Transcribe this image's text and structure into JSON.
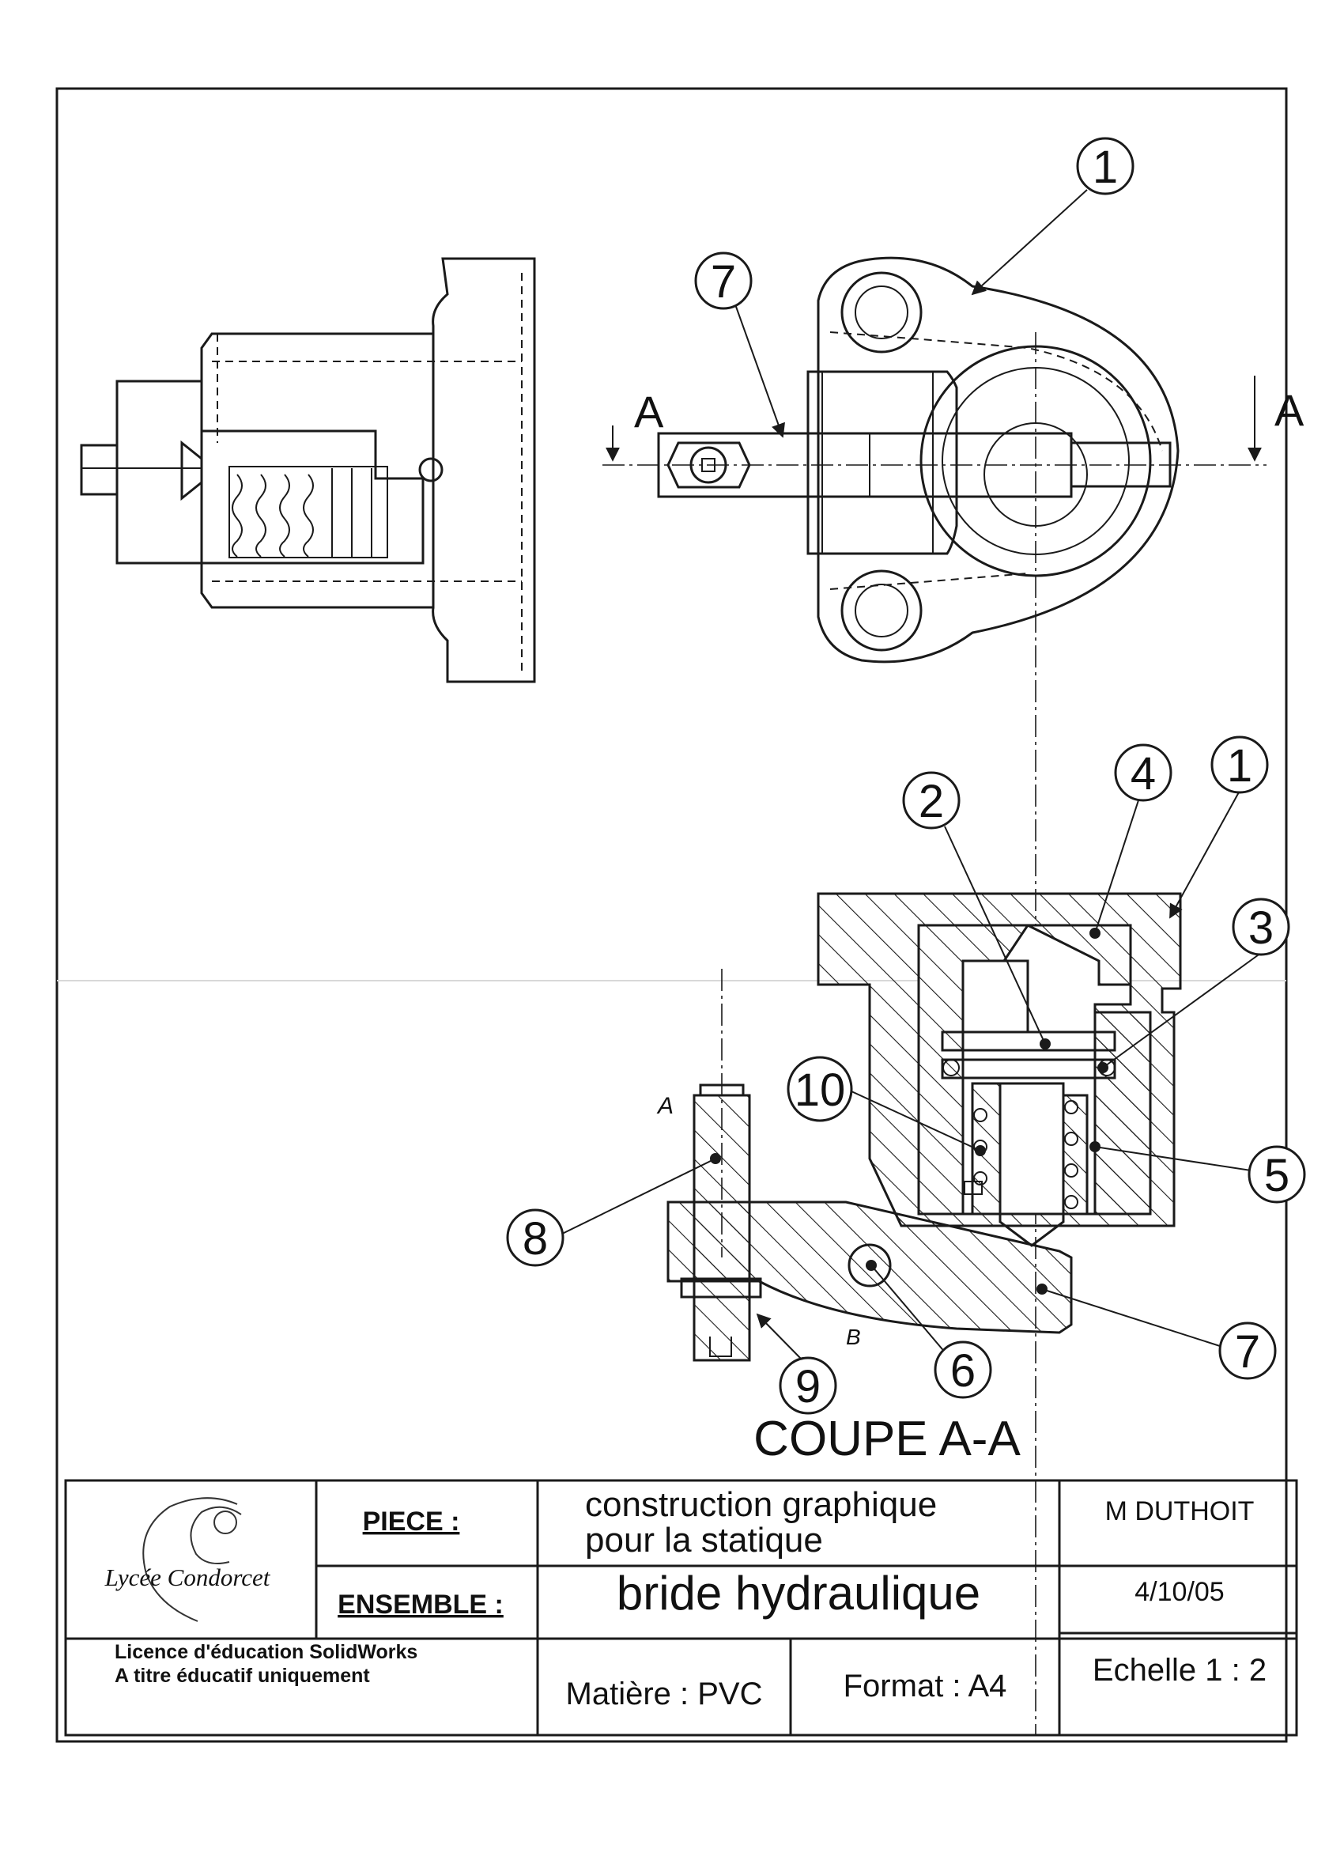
{
  "views": {
    "section_title": "COUPE A-A",
    "section_letter": "A",
    "sketch_letter_a": "A",
    "sketch_letter_b": "B"
  },
  "part_numbers": [
    "1",
    "7",
    "2",
    "4",
    "1",
    "3",
    "10",
    "5",
    "8",
    "6",
    "7",
    "9"
  ],
  "title_block": {
    "school_name": "Lycée Condorcet",
    "licence_line1": "Licence d'éducation SolidWorks",
    "licence_line2": "A titre éducatif uniquement",
    "piece_label": "PIECE :",
    "piece_line1": "construction graphique",
    "piece_line2": "pour la statique",
    "ensemble_label": "ENSEMBLE :",
    "ensemble_value": "bride hydraulique",
    "author": "M DUTHOIT",
    "date": "4/10/05",
    "material": "Matière : PVC",
    "format": "Format : A4",
    "scale": "Echelle 1 : 2"
  }
}
